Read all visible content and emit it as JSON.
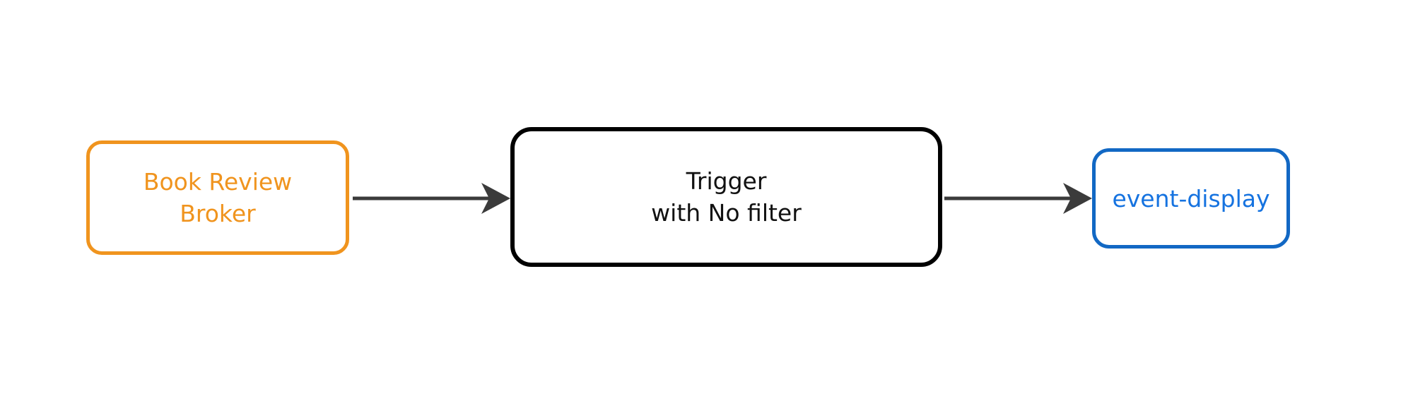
{
  "canvas": {
    "background": "#ffffff"
  },
  "diagram": {
    "nodes": {
      "broker": {
        "line1": "Book Review",
        "line2": "Broker",
        "border_color": "#F0941E",
        "text_color": "#F0941E"
      },
      "trigger": {
        "line1": "Trigger",
        "line2": "with No filter",
        "border_color": "#000000",
        "text_color": "#111111"
      },
      "event_display": {
        "label": "event-display",
        "border_color": "#1268C4",
        "text_color": "#1673E0"
      }
    },
    "connectors": {
      "broker_to_trigger": {
        "color": "#3B3B3B"
      },
      "trigger_to_event_display": {
        "color": "#3B3B3B"
      }
    }
  }
}
